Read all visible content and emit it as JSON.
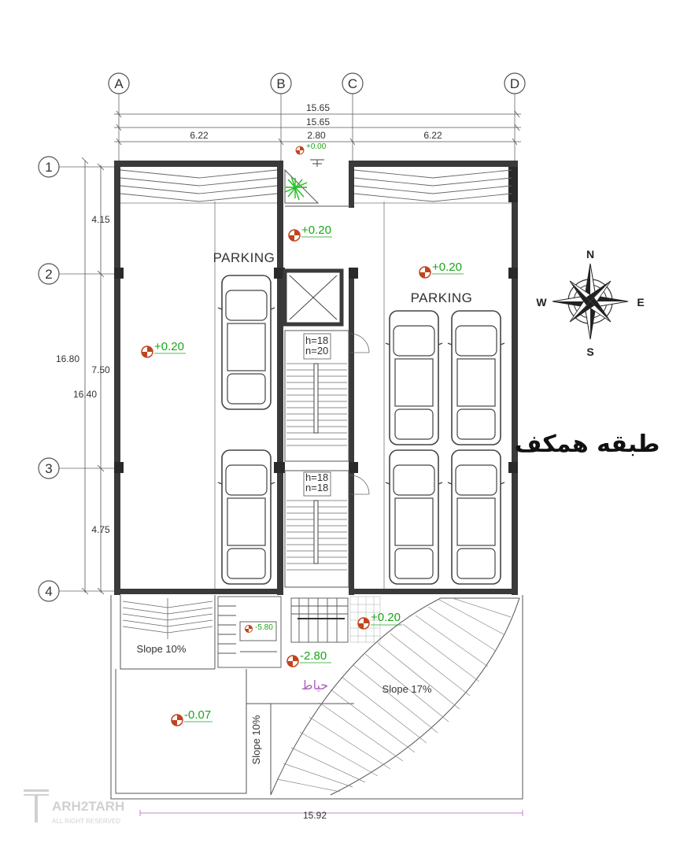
{
  "grid": {
    "columns": [
      "A",
      "B",
      "C",
      "D"
    ],
    "rows": [
      "1",
      "2",
      "3",
      "4"
    ]
  },
  "dimensions": {
    "overall_top_1": "15.65",
    "overall_top_2": "15.65",
    "bay_ab": "6.22",
    "bay_bc": "2.80",
    "bay_cd": "6.22",
    "overall_left_1": "16.80",
    "overall_left_2": "16.40",
    "span_12": "4.15",
    "span_23": "7.50",
    "span_34": "4.75",
    "bottom": "15.92"
  },
  "labels": {
    "parking_left": "PARKING",
    "parking_right": "PARKING",
    "stair1_h": "h=18",
    "stair1_n": "n=20",
    "stair2_h": "h=18",
    "stair2_n": "n=18",
    "slope_left": "Slope 10%",
    "slope_ramp": "Slope 17%",
    "slope_vertical": "Slope 10%",
    "yard_fa": "حیاط",
    "floor_title_fa": "طبقه همکف"
  },
  "levels": {
    "entrance": "+0.00",
    "lobby": "+0.20",
    "left_parking": "+0.20",
    "right_parking": "+0.20",
    "ramp_top": "+0.20",
    "basement_stair": "-5.80",
    "courtyard": "-2.80",
    "yard": "-0.07"
  },
  "compass": {
    "north": "N",
    "south": "S",
    "east": "E",
    "west": "W"
  },
  "watermark": {
    "brand": "ARH2TARH",
    "sub": "ALL RIGHT RESERVED"
  },
  "colors": {
    "wall": "#3a3a3a",
    "level_text": "#1aa51a",
    "level_marker": "#c0451f",
    "yard_text": "#b060c0",
    "plant": "#1fbf1f"
  }
}
